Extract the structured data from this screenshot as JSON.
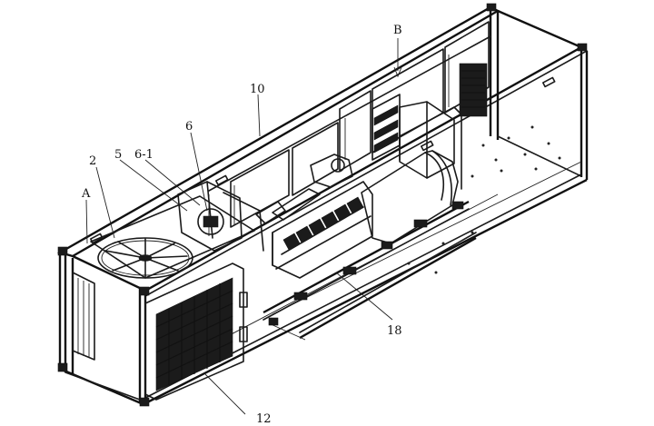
{
  "figure": {
    "labels": {
      "A": "A",
      "B": "B",
      "n2": "2",
      "n5": "5",
      "n6_1": "6-1",
      "n6": "6",
      "n10": "10",
      "n12": "12",
      "n18": "18"
    }
  }
}
